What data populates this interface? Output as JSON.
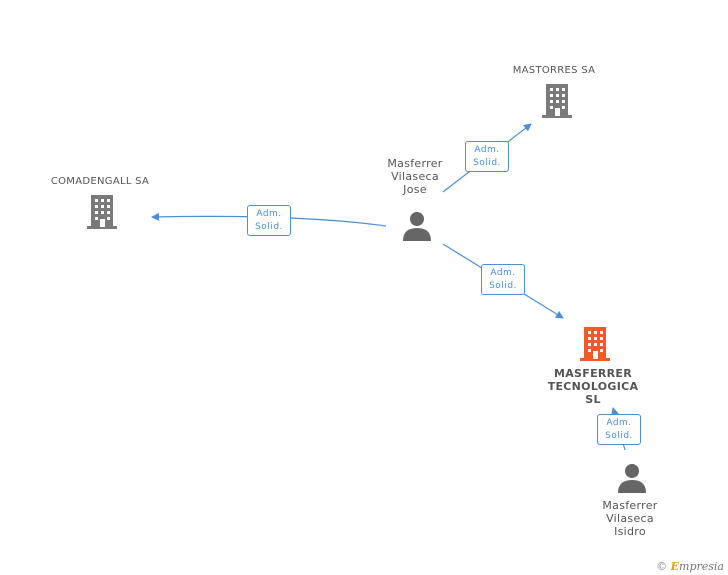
{
  "nodes": {
    "mastorres": {
      "label": "MASTORRES SA",
      "icon": "building-icon",
      "color": "#7a7a7a"
    },
    "comadengall": {
      "label": "COMADENGALL SA",
      "icon": "building-icon",
      "color": "#7a7a7a"
    },
    "masferrer_jose": {
      "label_lines": [
        "Masferrer",
        "Vilaseca",
        "Jose"
      ],
      "icon": "person-icon",
      "color": "#666666"
    },
    "masferrer_tecnologica": {
      "label_lines": [
        "MASFERRER",
        "TECNOLOGICA",
        "SL"
      ],
      "icon": "building-icon",
      "color": "#f05a28"
    },
    "masferrer_isidro": {
      "label_lines": [
        "Masferrer",
        "Vilaseca",
        "Isidro"
      ],
      "icon": "person-icon",
      "color": "#666666"
    }
  },
  "edges": [
    {
      "line1": "Adm.",
      "line2": "Solid."
    },
    {
      "line1": "Adm.",
      "line2": "Solid."
    },
    {
      "line1": "Adm.",
      "line2": "Solid."
    },
    {
      "line1": "Adm.",
      "line2": "Solid."
    }
  ],
  "edge_color": "#4a90d9",
  "footer": {
    "copyright": "©",
    "brand_initial": "E",
    "brand_rest": "mpresia"
  }
}
